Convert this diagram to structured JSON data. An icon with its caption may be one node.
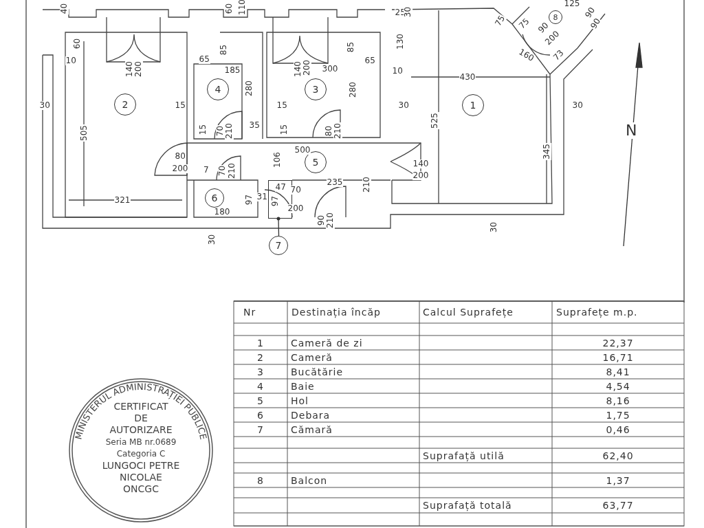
{
  "diagram": {
    "nodes": [
      {
        "text": [
          "8"
        ]
      },
      {
        "text": [
          "4"
        ]
      },
      {
        "text": [
          "3"
        ]
      },
      {
        "text": [
          "2"
        ]
      },
      {
        "text": [
          "1"
        ]
      },
      {
        "text": [
          "5"
        ]
      },
      {
        "text": [
          "6"
        ]
      },
      {
        "text": [
          "7"
        ]
      },
      {
        "text": [],
        "shape": "box"
      }
    ],
    "edges": [
      {
        "from": 7,
        "to": 8,
        "arrow": "other"
      }
    ],
    "labels": [
      "40",
      "60",
      "110",
      "25",
      "30",
      "75",
      "75",
      "90",
      "125",
      "90",
      "90",
      "10",
      "60",
      "140",
      "200",
      "65",
      "85",
      "185",
      "140",
      "200",
      "300",
      "85",
      "65",
      "10",
      "130",
      "430",
      "160",
      "200",
      "73",
      "30",
      "505",
      "15",
      "15",
      "70",
      "210",
      "280",
      "35",
      "15",
      "15",
      "80",
      "210",
      "280",
      "30",
      "525",
      "30",
      "N",
      "80",
      "200",
      "7",
      "70",
      "210",
      "106",
      "500",
      "140",
      "200",
      "345",
      "321",
      "180",
      "97",
      "31",
      "97",
      "47",
      "70",
      "200",
      "90",
      "210",
      "235",
      "210",
      "30",
      "30",
      "Nr",
      "Destinația încăp",
      "Calcul Suprafețe",
      "Suprafețe m.p.",
      "1",
      "Cameră de zi",
      "22,37",
      "2",
      "Cameră",
      "16,71",
      "3",
      "Bucătărie",
      "8,41",
      "4",
      "Baie",
      "4,54",
      "5",
      "Hol",
      "8,16",
      "6",
      "Debara",
      "1,75",
      "7",
      "Cămară",
      "0,46",
      "Suprafață utilă",
      "62,40",
      "8",
      "Balcon",
      "1,37",
      "Suprafață totală",
      "63,77",
      "MINISTERUL ADMINISTRAȚIEI PUBLICE",
      "CERTIFICAT",
      "DE",
      "AUTORIZARE",
      "Seria MB nr.0689",
      "Categoria C",
      "LUNGOCI PETRE",
      "NICOLAE",
      "ONCGC"
    ]
  }
}
